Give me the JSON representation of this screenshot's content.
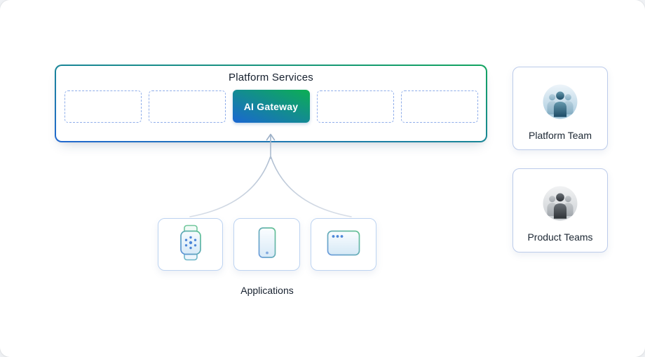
{
  "platform": {
    "title": "Platform Services",
    "gateway_label": "AI Gateway",
    "empty_slot_count": 4,
    "border_gradient": [
      "#2268cf",
      "#12a45f"
    ],
    "gateway_gradient": [
      "#1a67d2",
      "#0caf52"
    ],
    "slot_border_color": "#8fadea"
  },
  "teams": [
    {
      "label": "Platform Team",
      "icon": "team-people-icon",
      "variant": "teal"
    },
    {
      "label": "Product Teams",
      "icon": "team-people-icon",
      "variant": "gray"
    }
  ],
  "applications": {
    "label": "Applications",
    "items": [
      {
        "icon": "smartwatch-icon"
      },
      {
        "icon": "phone-icon"
      },
      {
        "icon": "browser-window-icon"
      }
    ]
  },
  "connector": {
    "description": "arrow from applications to AI Gateway",
    "color": "#9db0c7"
  }
}
